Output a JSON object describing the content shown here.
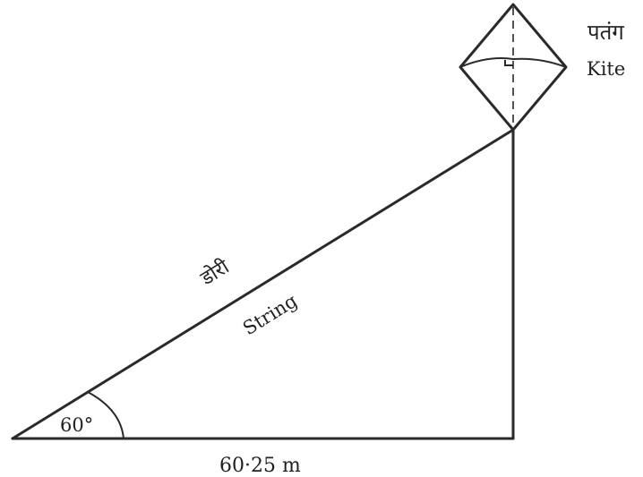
{
  "labels": {
    "kite_hindi": "पतंग",
    "kite_english": "Kite",
    "string_hindi": "डोरी",
    "string_english": "String",
    "angle": "60°",
    "base_length": "60·25 m"
  }
}
